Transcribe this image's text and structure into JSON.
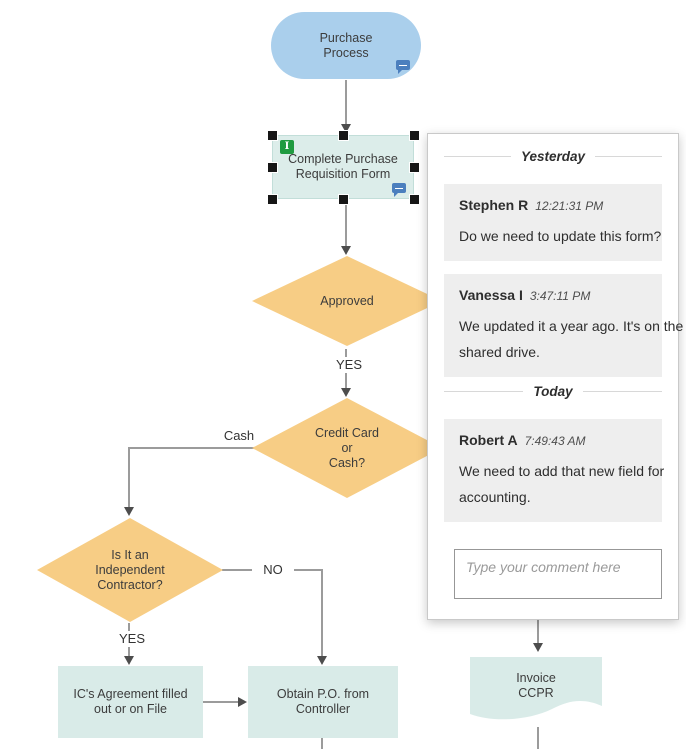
{
  "diagram": {
    "nodes": {
      "purchase_process": {
        "lines": [
          "Purchase",
          "Process"
        ]
      },
      "complete_form": {
        "lines": [
          "Complete Purchase",
          "Requisition Form"
        ]
      },
      "approved": {
        "label": "Approved"
      },
      "credit_card": {
        "lines": [
          "Credit Card",
          "or",
          "Cash?"
        ]
      },
      "independent": {
        "lines": [
          "Is It an",
          "Independent",
          "Contractor?"
        ]
      },
      "ic_agreement": {
        "lines": [
          "IC's Agreement filled",
          "out or on File"
        ]
      },
      "obtain_po": {
        "lines": [
          "Obtain P.O. from",
          "Controller"
        ]
      },
      "invoice": {
        "lines": [
          "Invoice",
          "CCPR"
        ]
      }
    },
    "edge_labels": {
      "yes_approved": "YES",
      "cash": "Cash",
      "no": "NO",
      "yes_ic": "YES"
    },
    "icons": {
      "comment": "speech-bubble",
      "linked_data_badge": "I"
    },
    "colors": {
      "terminator_fill": "#aacfec",
      "decision_fill": "#f7cd85",
      "process_fill": "#d9ebe8",
      "connector": "#9b9b9b",
      "arrowhead": "#4d4d4d",
      "comment_icon_blue": "#4b7fbe",
      "badge_green": "#1f9b40",
      "selection_handle": "#161616"
    }
  },
  "comments": {
    "sections": [
      {
        "divider": "Yesterday",
        "items": [
          {
            "name": "Stephen R",
            "time": "12:21:31 PM",
            "lines": [
              "Do we need to update this form?"
            ]
          },
          {
            "name": "Vanessa I",
            "time": "3:47:11 PM",
            "lines": [
              "We updated it a year ago. It's on the",
              "shared drive."
            ]
          }
        ]
      },
      {
        "divider": "Today",
        "items": [
          {
            "name": "Robert A",
            "time": "7:49:43 AM",
            "lines": [
              "We need to add that new field for",
              "accounting."
            ]
          }
        ]
      }
    ],
    "input_placeholder": "Type your comment here"
  }
}
